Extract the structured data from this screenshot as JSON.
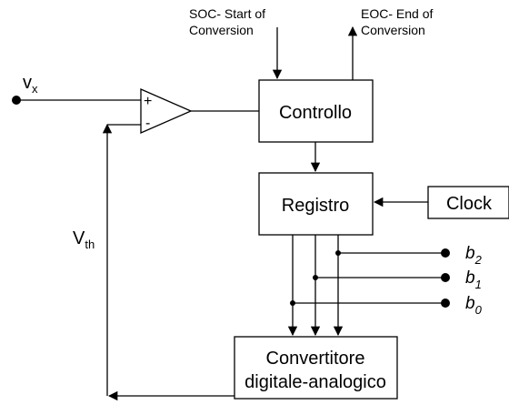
{
  "signals": {
    "soc_line1": "SOC- Start of",
    "soc_line2": "Conversion",
    "eoc_line1": "EOC- End of",
    "eoc_line2": "Conversion",
    "vx_main": "v",
    "vx_sub": "x",
    "vth_main": "V",
    "vth_sub": "th"
  },
  "comparator": {
    "plus": "+",
    "minus": "-"
  },
  "blocks": {
    "controllo": "Controllo",
    "registro": "Registro",
    "clock": "Clock",
    "dac_line1": "Convertitore",
    "dac_line2": "digitale-analogico"
  },
  "outputs": [
    {
      "main": "b",
      "sub": "2"
    },
    {
      "main": "b",
      "sub": "1"
    },
    {
      "main": "b",
      "sub": "0"
    }
  ]
}
